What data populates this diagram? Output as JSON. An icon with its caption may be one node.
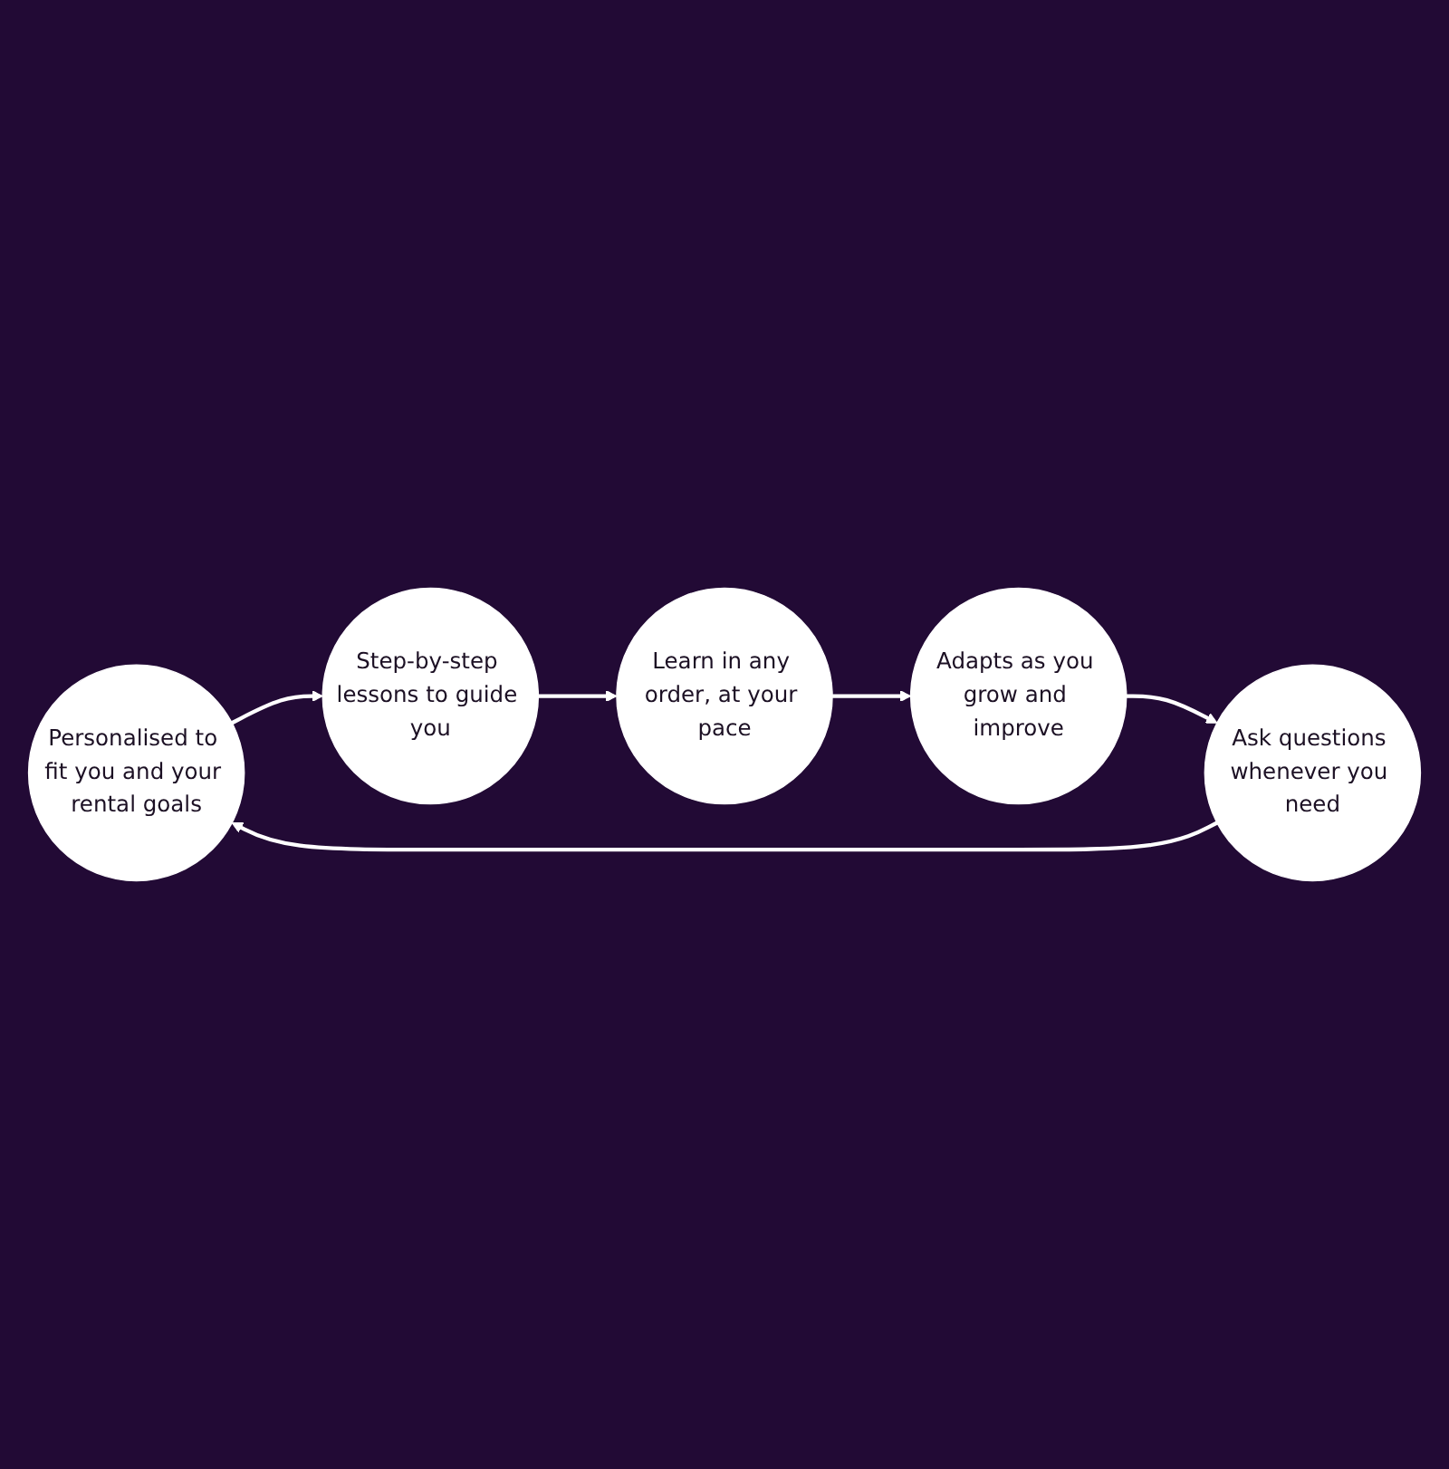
{
  "diagram": {
    "nodes": [
      {
        "text": [
          "Personalised to fit you and your rental goals"
        ]
      },
      {
        "text": [
          "Step-by-step lessons to guide you"
        ]
      },
      {
        "text": [
          "Learn in any order, at your pace"
        ]
      },
      {
        "text": [
          "Adapts as you grow and improve"
        ]
      },
      {
        "text": [
          "Ask questions whenever you need"
        ]
      }
    ],
    "edges": [
      {
        "from": 0,
        "to": 1,
        "arrow": "to"
      },
      {
        "from": 1,
        "to": 2,
        "arrow": "to"
      },
      {
        "from": 2,
        "to": 3,
        "arrow": "to"
      },
      {
        "from": 3,
        "to": 4,
        "arrow": "to"
      },
      {
        "from": 4,
        "to": 0,
        "arrow": "to"
      }
    ]
  }
}
